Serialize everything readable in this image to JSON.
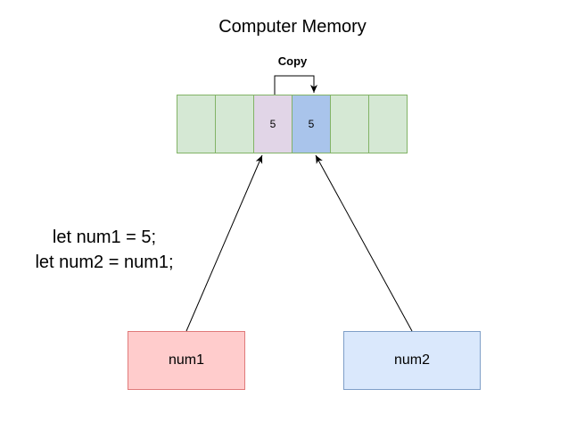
{
  "title": "Computer Memory",
  "copy_label": "Copy",
  "memory": {
    "cells": [
      {
        "value": "",
        "kind": "free"
      },
      {
        "value": "",
        "kind": "free"
      },
      {
        "value": "5",
        "kind": "num1"
      },
      {
        "value": "5",
        "kind": "num2"
      },
      {
        "value": "",
        "kind": "free"
      },
      {
        "value": "",
        "kind": "free"
      }
    ]
  },
  "code": {
    "lines": [
      "let num1 = 5;",
      "let num2 = num1;"
    ]
  },
  "variables": {
    "num1": {
      "label": "num1"
    },
    "num2": {
      "label": "num2"
    }
  },
  "colors": {
    "free_cell": "#d5e8d4",
    "cell_border": "#82b366",
    "num1_cell": "#e1d5e7",
    "num2_cell": "#a9c4eb",
    "num1_box": "#ffcccc",
    "num2_box": "#dae8fc"
  }
}
